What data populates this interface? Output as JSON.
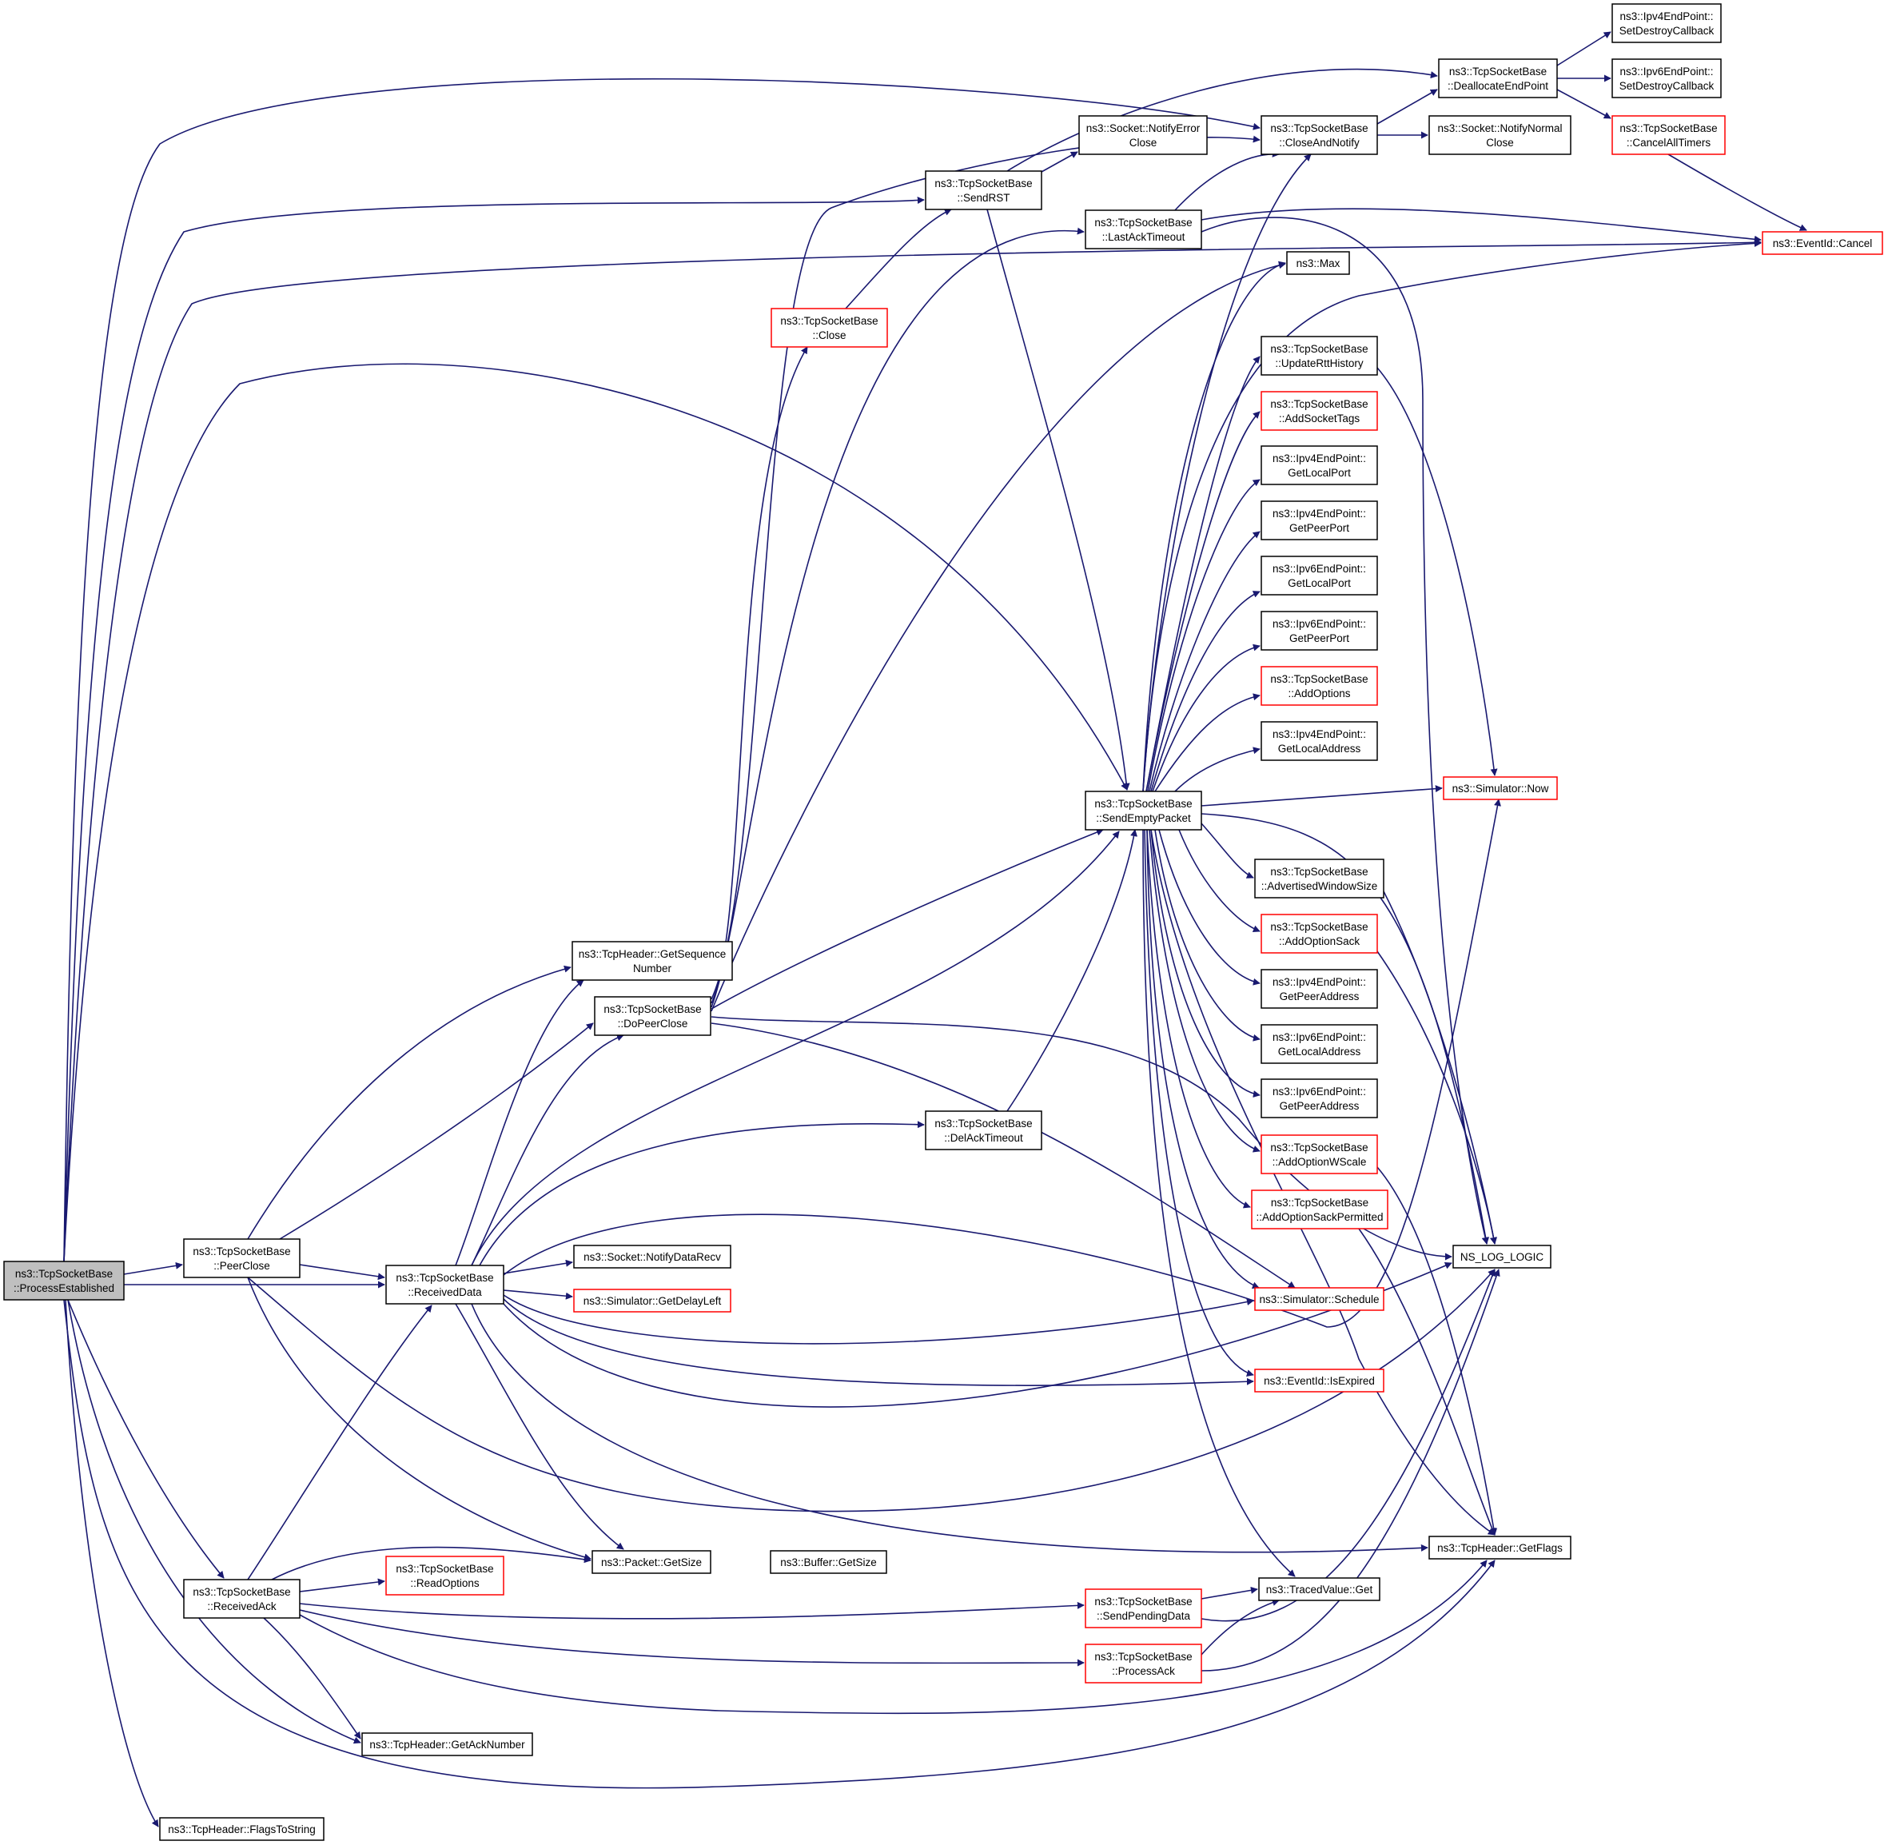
{
  "diagram": {
    "nodes": [
      {
        "id": "process_established",
        "lines": [
          "ns3::TcpSocketBase",
          "::ProcessEstablished"
        ],
        "root": true
      },
      {
        "id": "peer_close",
        "lines": [
          "ns3::TcpSocketBase",
          "::PeerClose"
        ]
      },
      {
        "id": "received_data",
        "lines": [
          "ns3::TcpSocketBase",
          "::ReceivedData"
        ]
      },
      {
        "id": "received_ack",
        "lines": [
          "ns3::TcpSocketBase",
          "::ReceivedAck"
        ]
      },
      {
        "id": "flags_to_string",
        "lines": [
          "ns3::TcpHeader::FlagsToString"
        ]
      },
      {
        "id": "get_ack_number",
        "lines": [
          "ns3::TcpHeader::GetAckNumber"
        ]
      },
      {
        "id": "read_options",
        "lines": [
          "ns3::TcpSocketBase",
          "::ReadOptions"
        ],
        "truncated": true
      },
      {
        "id": "packet_get_size",
        "lines": [
          "ns3::Packet::GetSize"
        ]
      },
      {
        "id": "buffer_get_size",
        "lines": [
          "ns3::Buffer::GetSize"
        ]
      },
      {
        "id": "get_sequence_number",
        "lines": [
          "ns3::TcpHeader::GetSequence",
          "Number"
        ]
      },
      {
        "id": "do_peer_close",
        "lines": [
          "ns3::TcpSocketBase",
          "::DoPeerClose"
        ]
      },
      {
        "id": "notify_data_recv",
        "lines": [
          "ns3::Socket::NotifyDataRecv"
        ]
      },
      {
        "id": "get_delay_left",
        "lines": [
          "ns3::Simulator::GetDelayLeft"
        ],
        "truncated": true
      },
      {
        "id": "close",
        "lines": [
          "ns3::TcpSocketBase",
          "::Close"
        ],
        "truncated": true
      },
      {
        "id": "send_rst",
        "lines": [
          "ns3::TcpSocketBase",
          "::SendRST"
        ]
      },
      {
        "id": "del_ack_timeout",
        "lines": [
          "ns3::TcpSocketBase",
          "::DelAckTimeout"
        ]
      },
      {
        "id": "notify_error_close",
        "lines": [
          "ns3::Socket::NotifyError",
          "Close"
        ]
      },
      {
        "id": "last_ack_timeout",
        "lines": [
          "ns3::TcpSocketBase",
          "::LastAckTimeout"
        ]
      },
      {
        "id": "send_empty_packet",
        "lines": [
          "ns3::TcpSocketBase",
          "::SendEmptyPacket"
        ]
      },
      {
        "id": "send_pending_data",
        "lines": [
          "ns3::TcpSocketBase",
          "::SendPendingData"
        ],
        "truncated": true
      },
      {
        "id": "process_ack",
        "lines": [
          "ns3::TcpSocketBase",
          "::ProcessAck"
        ],
        "truncated": true
      },
      {
        "id": "close_and_notify",
        "lines": [
          "ns3::TcpSocketBase",
          "::CloseAndNotify"
        ]
      },
      {
        "id": "max",
        "lines": [
          "ns3::Max"
        ]
      },
      {
        "id": "update_rtt_history",
        "lines": [
          "ns3::TcpSocketBase",
          "::UpdateRttHistory"
        ]
      },
      {
        "id": "add_socket_tags",
        "lines": [
          "ns3::TcpSocketBase",
          "::AddSocketTags"
        ],
        "truncated": true
      },
      {
        "id": "ipv4_get_local_port",
        "lines": [
          "ns3::Ipv4EndPoint::",
          "GetLocalPort"
        ]
      },
      {
        "id": "ipv4_get_peer_port",
        "lines": [
          "ns3::Ipv4EndPoint::",
          "GetPeerPort"
        ]
      },
      {
        "id": "ipv6_get_local_port",
        "lines": [
          "ns3::Ipv6EndPoint::",
          "GetLocalPort"
        ]
      },
      {
        "id": "ipv6_get_peer_port",
        "lines": [
          "ns3::Ipv6EndPoint::",
          "GetPeerPort"
        ]
      },
      {
        "id": "add_options",
        "lines": [
          "ns3::TcpSocketBase",
          "::AddOptions"
        ],
        "truncated": true
      },
      {
        "id": "ipv4_get_local_address",
        "lines": [
          "ns3::Ipv4EndPoint::",
          "GetLocalAddress"
        ]
      },
      {
        "id": "advertised_window_size",
        "lines": [
          "ns3::TcpSocketBase",
          "::AdvertisedWindowSize"
        ]
      },
      {
        "id": "add_option_sack",
        "lines": [
          "ns3::TcpSocketBase",
          "::AddOptionSack"
        ],
        "truncated": true
      },
      {
        "id": "ipv4_get_peer_address",
        "lines": [
          "ns3::Ipv4EndPoint::",
          "GetPeerAddress"
        ]
      },
      {
        "id": "ipv6_get_local_address",
        "lines": [
          "ns3::Ipv6EndPoint::",
          "GetLocalAddress"
        ]
      },
      {
        "id": "ipv6_get_peer_address",
        "lines": [
          "ns3::Ipv6EndPoint::",
          "GetPeerAddress"
        ]
      },
      {
        "id": "add_option_wscale",
        "lines": [
          "ns3::TcpSocketBase",
          "::AddOptionWScale"
        ],
        "truncated": true
      },
      {
        "id": "add_option_sack_permitted",
        "lines": [
          "ns3::TcpSocketBase",
          "::AddOptionSackPermitted"
        ],
        "truncated": true
      },
      {
        "id": "simulator_schedule",
        "lines": [
          "ns3::Simulator::Schedule"
        ],
        "truncated": true
      },
      {
        "id": "event_is_expired",
        "lines": [
          "ns3::EventId::IsExpired"
        ],
        "truncated": true
      },
      {
        "id": "traced_value_get",
        "lines": [
          "ns3::TracedValue::Get"
        ]
      },
      {
        "id": "deallocate_end_point",
        "lines": [
          "ns3::TcpSocketBase",
          "::DeallocateEndPoint"
        ]
      },
      {
        "id": "notify_normal_close",
        "lines": [
          "ns3::Socket::NotifyNormal",
          "Close"
        ]
      },
      {
        "id": "simulator_now",
        "lines": [
          "ns3::Simulator::Now"
        ],
        "truncated": true
      },
      {
        "id": "ns_log_logic",
        "lines": [
          "NS_LOG_LOGIC"
        ]
      },
      {
        "id": "get_flags",
        "lines": [
          "ns3::TcpHeader::GetFlags"
        ]
      },
      {
        "id": "ipv4_set_destroy_callback",
        "lines": [
          "ns3::Ipv4EndPoint::",
          "SetDestroyCallback"
        ]
      },
      {
        "id": "ipv6_set_destroy_callback",
        "lines": [
          "ns3::Ipv6EndPoint::",
          "SetDestroyCallback"
        ]
      },
      {
        "id": "cancel_all_timers",
        "lines": [
          "ns3::TcpSocketBase",
          "::CancelAllTimers"
        ],
        "truncated": true
      },
      {
        "id": "event_cancel",
        "lines": [
          "ns3::EventId::Cancel"
        ],
        "truncated": true
      }
    ]
  }
}
